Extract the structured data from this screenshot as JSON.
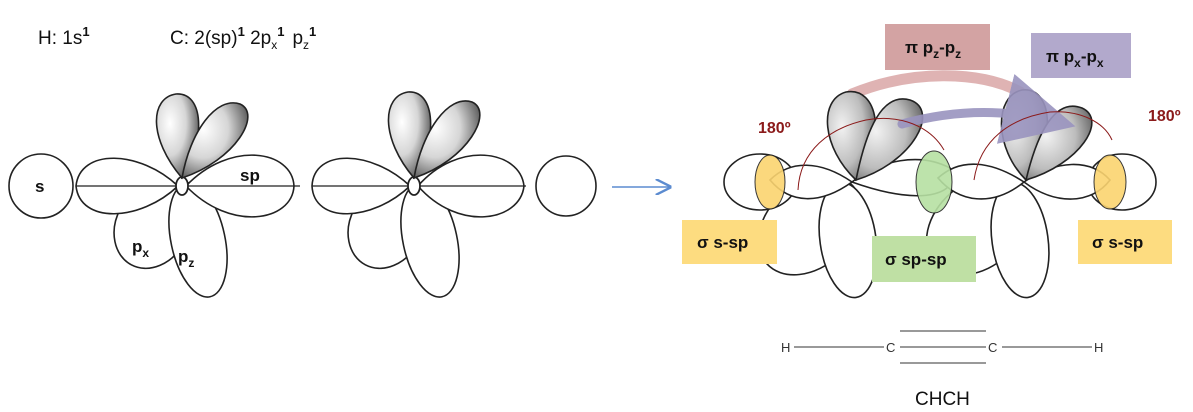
{
  "configurations": {
    "hydrogen": {
      "prefix": "H: 1s",
      "exp": "1"
    },
    "carbon": {
      "prefix": "C: 2(sp)",
      "exp1": "1",
      "mid": " 2p",
      "sub1": "x",
      "exp2": "1",
      "pz": "p",
      "sub2": "z",
      "exp3": "1"
    }
  },
  "orbital_labels": {
    "s": "s",
    "sp": "sp",
    "px": {
      "base": "p",
      "sub": "x"
    },
    "pz": {
      "base": "p",
      "sub": "z"
    }
  },
  "bond_labels": {
    "pi_pz": {
      "lead": "π p",
      "s1": "z",
      "dash": "-p",
      "s2": "z"
    },
    "pi_px": {
      "lead": "π p",
      "s1": "x",
      "dash": "-p",
      "s2": "x"
    },
    "sigma_s_sp_left": "σ s-sp",
    "sigma_sp_sp": "σ sp-sp",
    "sigma_s_sp_right": "σ s-sp"
  },
  "angles": {
    "left": "180º",
    "right": "180º"
  },
  "structure": {
    "h_left": "H",
    "c_left": "C",
    "c_right": "C",
    "h_right": "H",
    "name": "CHCH"
  },
  "colors": {
    "pi_pz_box": "#d3a3a3",
    "pi_px_box": "#b2a9cc",
    "sigma_s_sp_box": "#fddc80",
    "sigma_sp_sp_box": "#bfe0a4",
    "overlap_yellow": "#fbd470",
    "overlap_green": "#b6e0a2",
    "angle_text": "#8b1a1a",
    "arrow": "#5b8bd0"
  }
}
